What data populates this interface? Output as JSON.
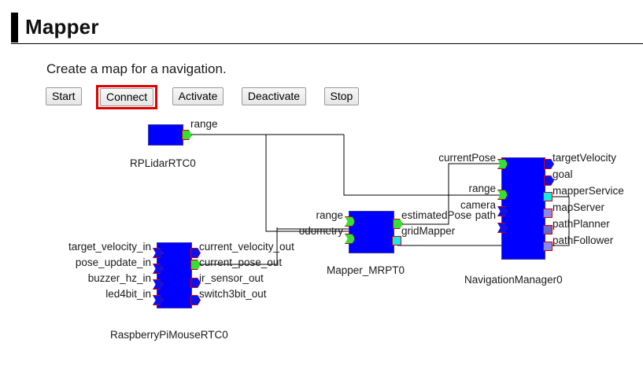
{
  "header": {
    "title": "Mapper",
    "accent_color": "#000000"
  },
  "description": "Create a map for a navigation.",
  "buttons": [
    {
      "label": "Start",
      "name": "start-button",
      "highlighted": false
    },
    {
      "label": "Connect",
      "name": "connect-button",
      "highlighted": true
    },
    {
      "label": "Activate",
      "name": "activate-button",
      "highlighted": false
    },
    {
      "label": "Deactivate",
      "name": "deactivate-button",
      "highlighted": false
    },
    {
      "label": "Stop",
      "name": "stop-button",
      "highlighted": false
    }
  ],
  "highlight_color": "#e00000",
  "diagram": {
    "block_color": "#0000ff",
    "port_border_color": "#d40000",
    "wire_color": "#000000",
    "blocks": [
      {
        "name": "RPLidarRTC0",
        "label": "RPLidarRTC0",
        "inputs": [],
        "outputs": [
          {
            "label": "range",
            "kind": "data",
            "state": "connected"
          }
        ]
      },
      {
        "name": "RaspberryPiMouseRTC0",
        "label": "RaspberryPiMouseRTC0",
        "inputs": [
          {
            "label": "target_velocity_in",
            "kind": "data",
            "state": "unconnected"
          },
          {
            "label": "pose_update_in",
            "kind": "data",
            "state": "unconnected"
          },
          {
            "label": "buzzer_hz_in",
            "kind": "data",
            "state": "unconnected"
          },
          {
            "label": "led4bit_in",
            "kind": "data",
            "state": "unconnected"
          }
        ],
        "outputs": [
          {
            "label": "current_velocity_out",
            "kind": "data",
            "state": "unconnected"
          },
          {
            "label": "current_pose_out",
            "kind": "data",
            "state": "connected"
          },
          {
            "label": "ir_sensor_out",
            "kind": "data",
            "state": "unconnected"
          },
          {
            "label": "switch3bit_out",
            "kind": "data",
            "state": "unconnected"
          }
        ]
      },
      {
        "name": "Mapper_MRPT0",
        "label": "Mapper_MRPT0",
        "inputs": [
          {
            "label": "range",
            "kind": "data",
            "state": "connected"
          },
          {
            "label": "odometry",
            "kind": "data",
            "state": "connected"
          }
        ],
        "outputs": [
          {
            "label": "estimatedPose",
            "kind": "data",
            "state": "connected"
          },
          {
            "label": "gridMapper",
            "kind": "service",
            "state": "connected"
          }
        ]
      },
      {
        "name": "NavigationManager0",
        "label": "NavigationManager0",
        "inputs": [
          {
            "label": "currentPose",
            "kind": "data",
            "state": "connected"
          },
          {
            "label": "range",
            "kind": "data",
            "state": "connected"
          },
          {
            "label": "camera",
            "kind": "data",
            "state": "unconnected"
          },
          {
            "label": "path",
            "kind": "data",
            "state": "unconnected"
          }
        ],
        "outputs": [
          {
            "label": "targetVelocity",
            "kind": "data",
            "state": "unconnected"
          },
          {
            "label": "goal",
            "kind": "data",
            "state": "unconnected"
          },
          {
            "label": "mapperService",
            "kind": "service",
            "state": "connected"
          },
          {
            "label": "mapServer",
            "kind": "service",
            "state": "unconnected"
          },
          {
            "label": "pathPlanner",
            "kind": "service",
            "state": "unconnected"
          },
          {
            "label": "pathFollower",
            "kind": "service",
            "state": "unconnected"
          }
        ]
      }
    ],
    "connections": [
      {
        "from": "RPLidarRTC0.range",
        "to": "Mapper_MRPT0.range"
      },
      {
        "from": "RPLidarRTC0.range",
        "to": "NavigationManager0.range"
      },
      {
        "from": "RaspberryPiMouseRTC0.current_pose_out",
        "to": "Mapper_MRPT0.odometry"
      },
      {
        "from": "Mapper_MRPT0.estimatedPose",
        "to": "NavigationManager0.currentPose"
      },
      {
        "from": "NavigationManager0.mapperService",
        "to": "Mapper_MRPT0.gridMapper"
      }
    ]
  }
}
